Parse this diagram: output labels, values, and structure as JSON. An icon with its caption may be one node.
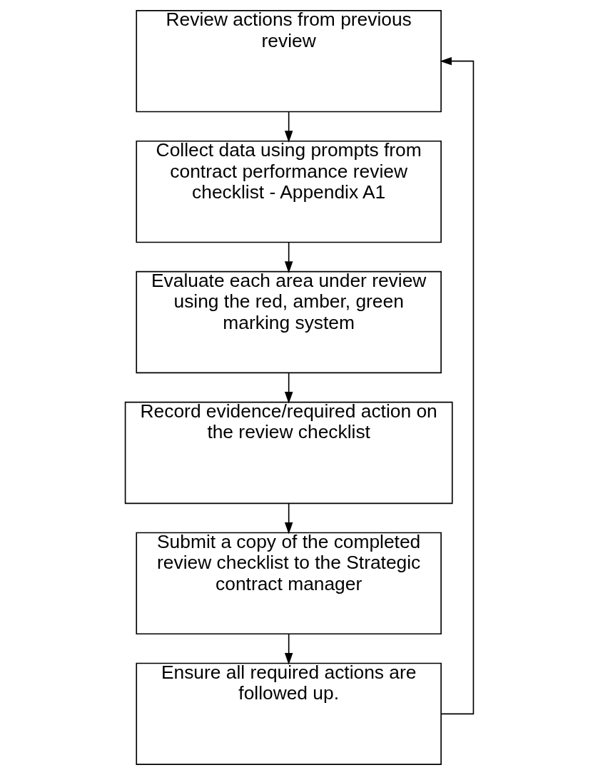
{
  "diagram": {
    "nodes": [
      {
        "text": [
          "Review actions from previous review"
        ]
      },
      {
        "text": [
          "Collect data using prompts from contract performance review checklist - Appendix A1"
        ]
      },
      {
        "text": [
          "Evaluate each area under review using the red, amber, green marking system"
        ]
      },
      {
        "text": [
          "Record evidence/required action on the review checklist"
        ]
      },
      {
        "text": [
          "Submit a copy of the completed review checklist to the Strategic contract manager"
        ]
      },
      {
        "text": [
          "Ensure all required actions are followed up."
        ]
      }
    ],
    "edges": [
      {
        "from": 0,
        "to": 1,
        "arrow": "to"
      },
      {
        "from": 1,
        "to": 2,
        "arrow": "to"
      },
      {
        "from": 2,
        "to": 3,
        "arrow": "to"
      },
      {
        "from": 3,
        "to": 4,
        "arrow": "to"
      },
      {
        "from": 4,
        "to": 5,
        "arrow": "to"
      },
      {
        "from": 5,
        "to": 0,
        "arrow": "to"
      }
    ]
  }
}
